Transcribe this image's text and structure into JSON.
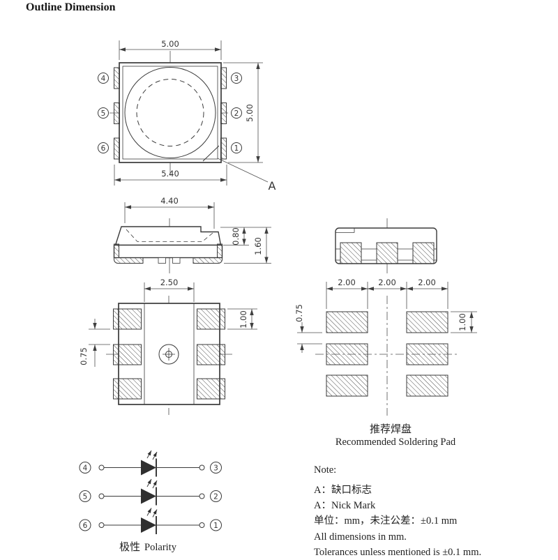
{
  "title": "Outline Dimension",
  "top_view": {
    "dim_width_top": "5.00",
    "dim_height_right": "5.00",
    "dim_width_bottom": "5.40",
    "nick_mark_label": "A",
    "pins_left": [
      "4",
      "5",
      "6"
    ],
    "pins_right": [
      "3",
      "2",
      "1"
    ]
  },
  "front_view": {
    "dim_width": "4.40",
    "dim_lens_height": "0.80",
    "dim_total_height": "1.60"
  },
  "bottom_view": {
    "dim_pad_span": "2.50",
    "dim_pad_gap": "0.75",
    "dim_pad_height": "1.00"
  },
  "soldering_pad_view": {
    "dim_pad_width_left": "2.00",
    "dim_pad_pitch": "2.00",
    "dim_pad_width_right": "2.00",
    "dim_pad_gap": "0.75",
    "dim_pad_height": "1.00",
    "caption_cn": "推荐焊盘",
    "caption_en": "Recommended Soldering Pad"
  },
  "polarity": {
    "rows": [
      {
        "left_pin": "4",
        "right_pin": "3"
      },
      {
        "left_pin": "5",
        "right_pin": "2"
      },
      {
        "left_pin": "6",
        "right_pin": "1"
      }
    ],
    "caption_cn": "极性",
    "caption_en": "Polarity"
  },
  "note": {
    "heading": "Note:",
    "lines": [
      "A：缺口标志",
      "A：Nick Mark",
      "单位：mm，未注公差：±0.1 mm",
      "All dimensions in mm.",
      "Tolerances unless mentioned is  ±0.1 mm."
    ]
  },
  "colors": {
    "line": "#3a3a3a",
    "background": "#ffffff"
  }
}
